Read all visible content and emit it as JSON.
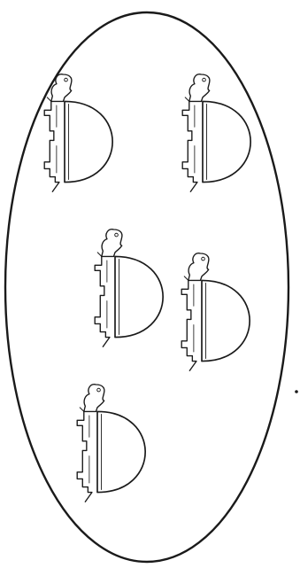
{
  "scene": {
    "background_color": "#ffffff",
    "ink_color": "#1a1a1a",
    "container_shape": "oval",
    "turtle_count": 5,
    "stray_mark": "small dot"
  }
}
